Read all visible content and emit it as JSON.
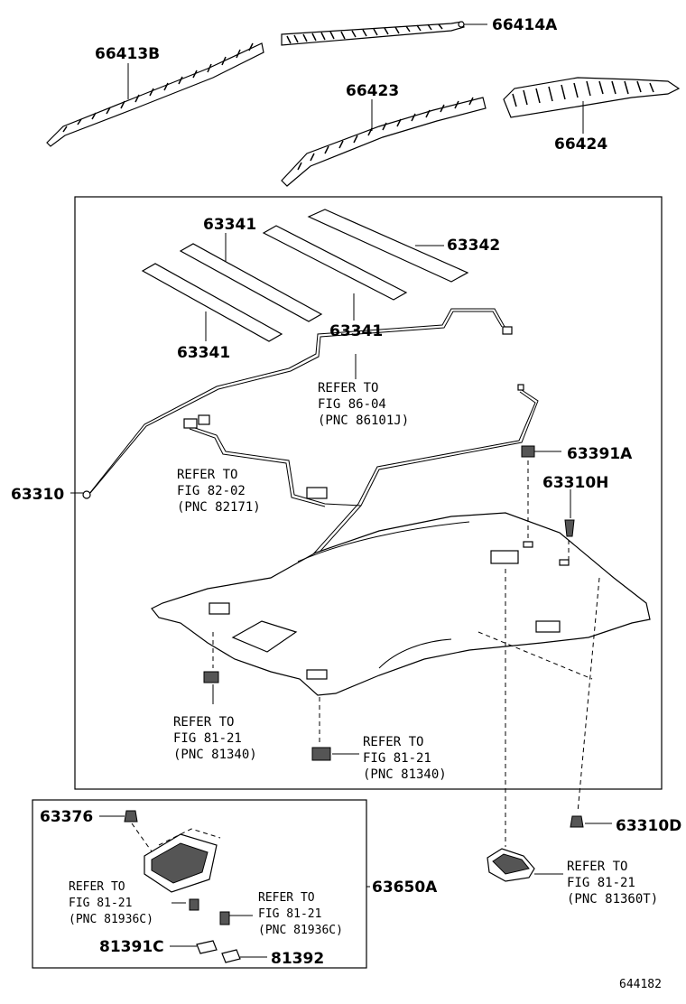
{
  "labels": {
    "p66413B": "66413B",
    "p66414A": "66414A",
    "p66423": "66423",
    "p66424": "66424",
    "p63341a": "63341",
    "p63342": "63342",
    "p63341b": "63341",
    "p63341c": "63341",
    "p63310": "63310",
    "p63391A": "63391A",
    "p63310H": "63310H",
    "p63376": "63376",
    "p63650A": "63650A",
    "p63310D": "63310D",
    "p81391C": "81391C",
    "p81392": "81392"
  },
  "refs": {
    "r1": {
      "l1": "REFER TO",
      "l2": "FIG 86-04",
      "l3": "(PNC 86101J)"
    },
    "r2": {
      "l1": "REFER TO",
      "l2": "FIG 82-02",
      "l3": "(PNC 82171)"
    },
    "r3": {
      "l1": "REFER TO",
      "l2": "FIG 81-21",
      "l3": "(PNC 81340)"
    },
    "r4": {
      "l1": "REFER TO",
      "l2": "FIG 81-21",
      "l3": "(PNC 81340)"
    },
    "r5": {
      "l1": "REFER TO",
      "l2": "FIG 81-21",
      "l3": "(PNC 81936C)"
    },
    "r6": {
      "l1": "REFER TO",
      "l2": "FIG 81-21",
      "l3": "(PNC 81936C)"
    },
    "r7": {
      "l1": "REFER TO",
      "l2": "FIG 81-21",
      "l3": "(PNC 81360T)"
    }
  },
  "figure_number": "644182"
}
